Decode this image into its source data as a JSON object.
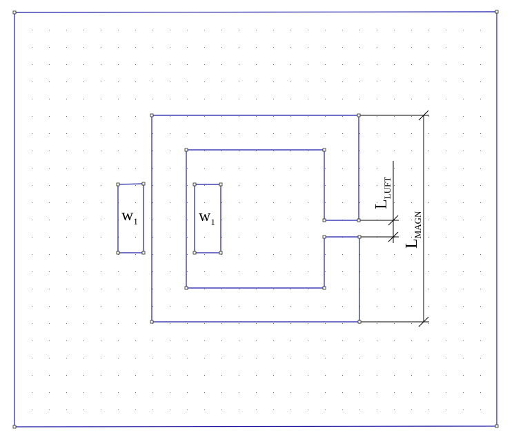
{
  "colors": {
    "line": "#1a1aa6",
    "dim_line": "#000000",
    "node": "#222222",
    "grid_dot": "#6a6a6a",
    "background": "#ffffff"
  },
  "labels": {
    "w1_left": {
      "main": "w",
      "sub": "1"
    },
    "w1_inner": {
      "main": "w",
      "sub": "1"
    },
    "l_luft": {
      "main": "L",
      "sub": "LUFT"
    },
    "l_magn": {
      "main": "L",
      "sub": "MAGN"
    }
  }
}
